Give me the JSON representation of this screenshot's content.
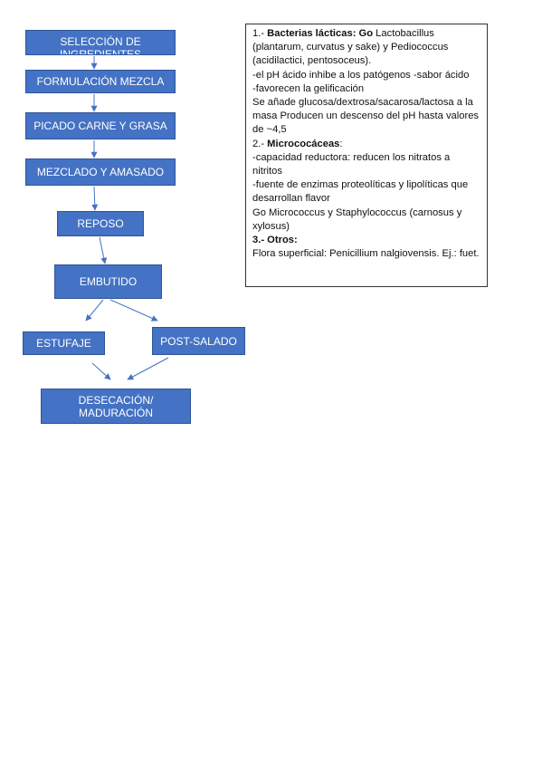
{
  "flowchart": {
    "nodes": [
      {
        "id": "seleccion",
        "lines": [
          "SELECCIÓN DE",
          "INGREDIENTES"
        ]
      },
      {
        "id": "formulacion",
        "lines": [
          "FORMULACIÓN MEZCLA"
        ]
      },
      {
        "id": "picado",
        "lines": [
          "PICADO CARNE Y GRASA"
        ]
      },
      {
        "id": "mezclado",
        "lines": [
          "MEZCLADO Y AMASADO"
        ]
      },
      {
        "id": "reposo",
        "lines": [
          "REPOSO"
        ]
      },
      {
        "id": "embutido",
        "lines": [
          "EMBUTIDO"
        ]
      },
      {
        "id": "estufaje",
        "lines": [
          "ESTUFAJE"
        ]
      },
      {
        "id": "post_salado",
        "lines": [
          "POST-SALADO"
        ]
      },
      {
        "id": "desecacion",
        "lines": [
          "DESECACIÓN/",
          "MADURACIÓN"
        ]
      }
    ],
    "colors": {
      "box_fill": "#4472c4",
      "box_border": "#2f5597",
      "arrow": "#4472c4",
      "text": "#ffffff"
    }
  },
  "notes": {
    "s1_num": "1.- ",
    "s1_title": "Bacterias lácticas: Go",
    "s1_intro": " Lactobacillus (plantarum, curvatus y sake) y Pediococcus (acidilactici, pentosoceus).",
    "s1_line1": "-el pH ácido inhibe a los patógenos -sabor ácido",
    "s1_line2": "-favorecen la gelificación",
    "s1_line3": "Se añade glucosa/dextrosa/sacarosa/lactosa a la masa Producen un descenso del pH hasta valores de ~4,5",
    "s2_num": "2.- ",
    "s2_title": "Micrococáceas",
    "s2_colon": ":",
    "s2_line1": "-capacidad reductora: reducen los nitratos a nitritos",
    "s2_line2": "-fuente de enzimas proteolíticas y lipolíticas que desarrollan flavor",
    "s2_line3": "Go Micrococcus y Staphylococcus (carnosus y xylosus)",
    "s3_num": "3.- ",
    "s3_title": "Otros:",
    "s3_line1": "Flora superficial: Penicillium nalgiovensis. Ej.: fuet."
  }
}
